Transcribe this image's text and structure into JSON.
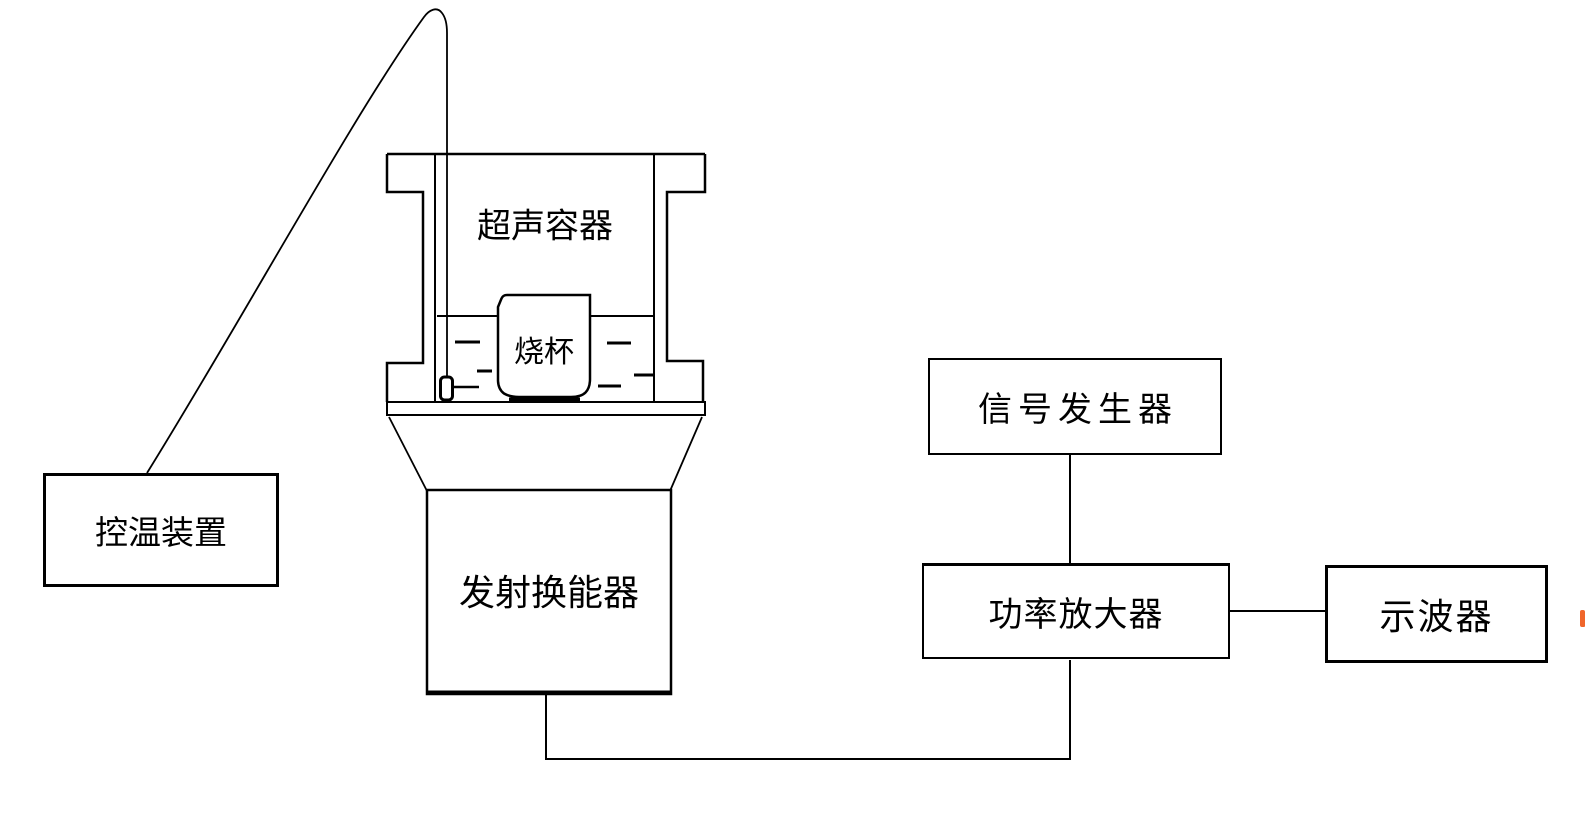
{
  "diagram": {
    "background_color": "#ffffff",
    "line_color": "#000000",
    "artifact_color": "#f0662b",
    "labels": {
      "temperature_controller": "控温装置",
      "ultrasonic_container": "超声容器",
      "beaker": "烧杯",
      "transmitting_transducer": "发射换能器",
      "signal_generator": "信号发生器",
      "power_amplifier": "功率放大器",
      "oscilloscope": "示波器"
    },
    "connections": [
      {
        "from": "temperature_controller",
        "to": "ultrasonic_container",
        "style": "curved wire to immersed temperature sensor"
      },
      {
        "from": "signal_generator",
        "to": "power_amplifier",
        "style": "vertical wire"
      },
      {
        "from": "power_amplifier",
        "to": "oscilloscope",
        "style": "horizontal wire"
      },
      {
        "from": "power_amplifier",
        "to": "transmitting_transducer",
        "style": "bottom routed wire"
      }
    ]
  }
}
